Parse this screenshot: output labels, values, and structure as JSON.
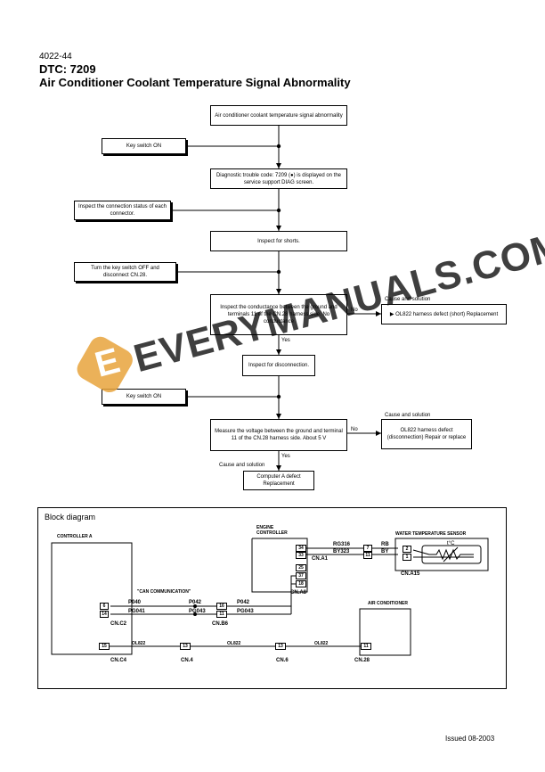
{
  "header": {
    "page_code": "4022-44",
    "dtc": "DTC: 7209",
    "title": "Air Conditioner Coolant Temperature Signal Abnormality"
  },
  "flow": {
    "start": "Air conditioner coolant temperature signal abnormality",
    "key_on_1": "Key switch ON",
    "diag": "Diagnostic trouble code: 7209 (●) is displayed on the service support DIAG screen.",
    "inspect_connectors": "Inspect the connection status of each connector.",
    "inspect_shorts": "Inspect for shorts.",
    "key_off": "Turn the key switch OFF and disconnect CN.28.",
    "conductance": "Inspect the conductance between the ground and terminals 11 of the CN.28 harness side. No conductance",
    "no_1": "No",
    "cause_1": "Cause and solution",
    "result_1": "▶ OL822 harness defect (short) Replacement",
    "yes_1": "Yes",
    "inspect_disconn": "Inspect for disconnection.",
    "key_on_2": "Key switch ON",
    "voltage": "Measure the voltage between the ground and terminal 11 of the CN.28 harness side. About 5 V",
    "no_2": "No",
    "cause_2": "Cause and solution",
    "result_2": "OL822 harness defect (disconnection) Repair or replace",
    "yes_2": "Yes",
    "cause_3": "Cause and solution",
    "result_3": "Computer A defect Replacement"
  },
  "watermark": {
    "text": "EVERYMANUALS.COM",
    "logo_letter": "E"
  },
  "block": {
    "title": "Block diagram",
    "controller_a": "CONTROLLER A",
    "engine_controller": "ENGINE CONTROLLER",
    "water_sensor": "WATER TEMPERATURE SENSOR",
    "air_conditioner": "AIR CONDITIONER",
    "can_comm": "\"CAN COMMUNICATION\"",
    "degc": "t°C",
    "wires": {
      "p040": "P040",
      "pg041": "PG041",
      "p042a": "P042",
      "pg043a": "PG043",
      "p042b": "P042",
      "pg043b": "PG043",
      "rg316": "RG316",
      "by323": "BY323",
      "rb": "RB",
      "by": "BY",
      "ol822a": "OL822",
      "ol822b": "OL822",
      "ol822c": "OL822"
    },
    "connectors": {
      "cnc2": "CN.C2",
      "cnb6": "CN.B6",
      "cna1": "CN.A1",
      "cna8": "CN.A8",
      "cna15": "CN.A15",
      "cnc4": "CN.C4",
      "cn4": "CN.4",
      "cn6": "CN.6",
      "cn28": "CN.28"
    },
    "pins": {
      "c2_6": "6",
      "c2_14": "14",
      "b6_16": "16",
      "b6_11": "11",
      "a1_34": "34",
      "a1_33": "33",
      "a1_7": "7",
      "a1_11": "11",
      "a8_25": "25",
      "a8_37": "37",
      "a8_18": "18",
      "a15_2": "2",
      "a15_1": "1",
      "c4_15": "15",
      "cn4_13": "13",
      "cn6_13": "13",
      "cn28_11": "11"
    }
  },
  "footer": {
    "issued": "Issued 08-2003"
  }
}
